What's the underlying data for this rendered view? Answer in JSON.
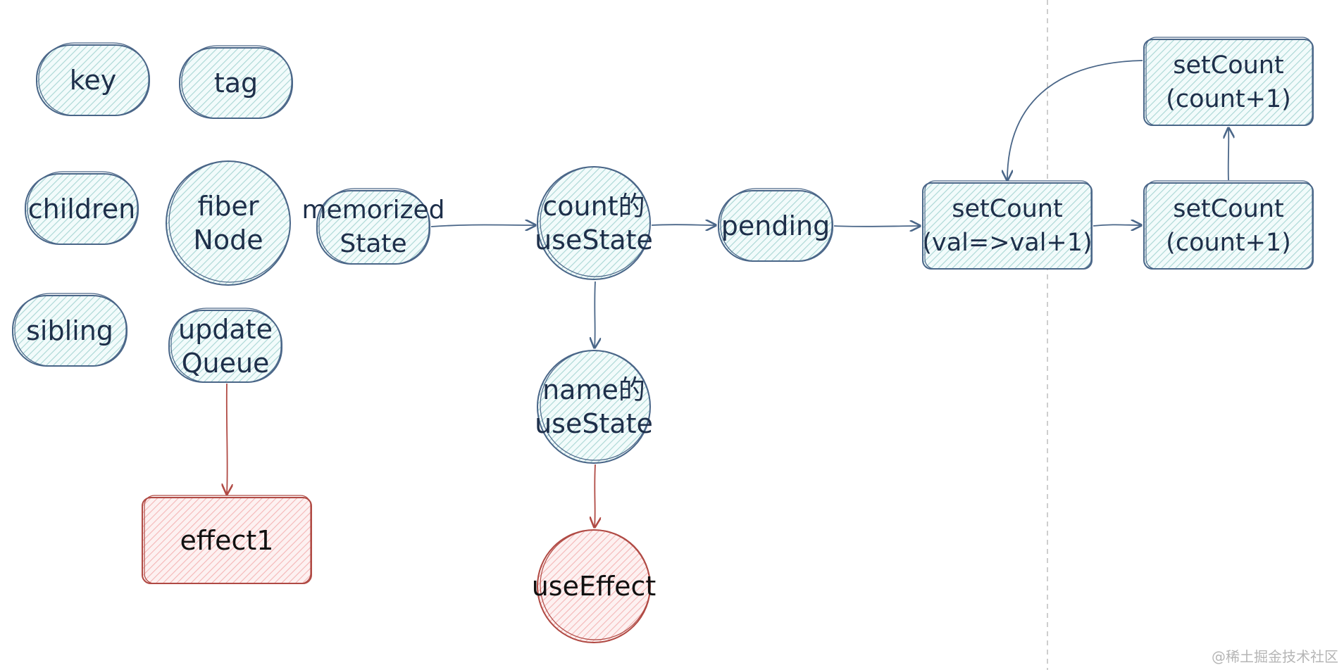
{
  "colors": {
    "blue_stroke": "#4a6688",
    "blue_fill": "#a9d6d4",
    "red_stroke": "#b04a44",
    "red_fill": "#f4b6b6",
    "text": "#1e2f4a",
    "divider": "#bdbdbd"
  },
  "nodes": {
    "key": [
      "key"
    ],
    "tag": [
      "tag"
    ],
    "children": [
      "children"
    ],
    "fiber_node": [
      "fiber",
      "Node"
    ],
    "memorized_state": [
      "memorized",
      "State"
    ],
    "sibling": [
      "sibling"
    ],
    "update_queue": [
      "update",
      "Queue"
    ],
    "effect1": [
      "effect1"
    ],
    "count_use_state": [
      "count的",
      "useState"
    ],
    "name_use_state": [
      "name的",
      "useState"
    ],
    "use_effect": [
      "useEffect"
    ],
    "pending": [
      "pending"
    ],
    "set_count_fn": [
      "setCount",
      "(val=>val+1)"
    ],
    "set_count_2": [
      "setCount",
      "(count+1)"
    ],
    "set_count_top": [
      "setCount",
      "(count+1)"
    ]
  },
  "watermark": "@稀土掘金技术社区"
}
